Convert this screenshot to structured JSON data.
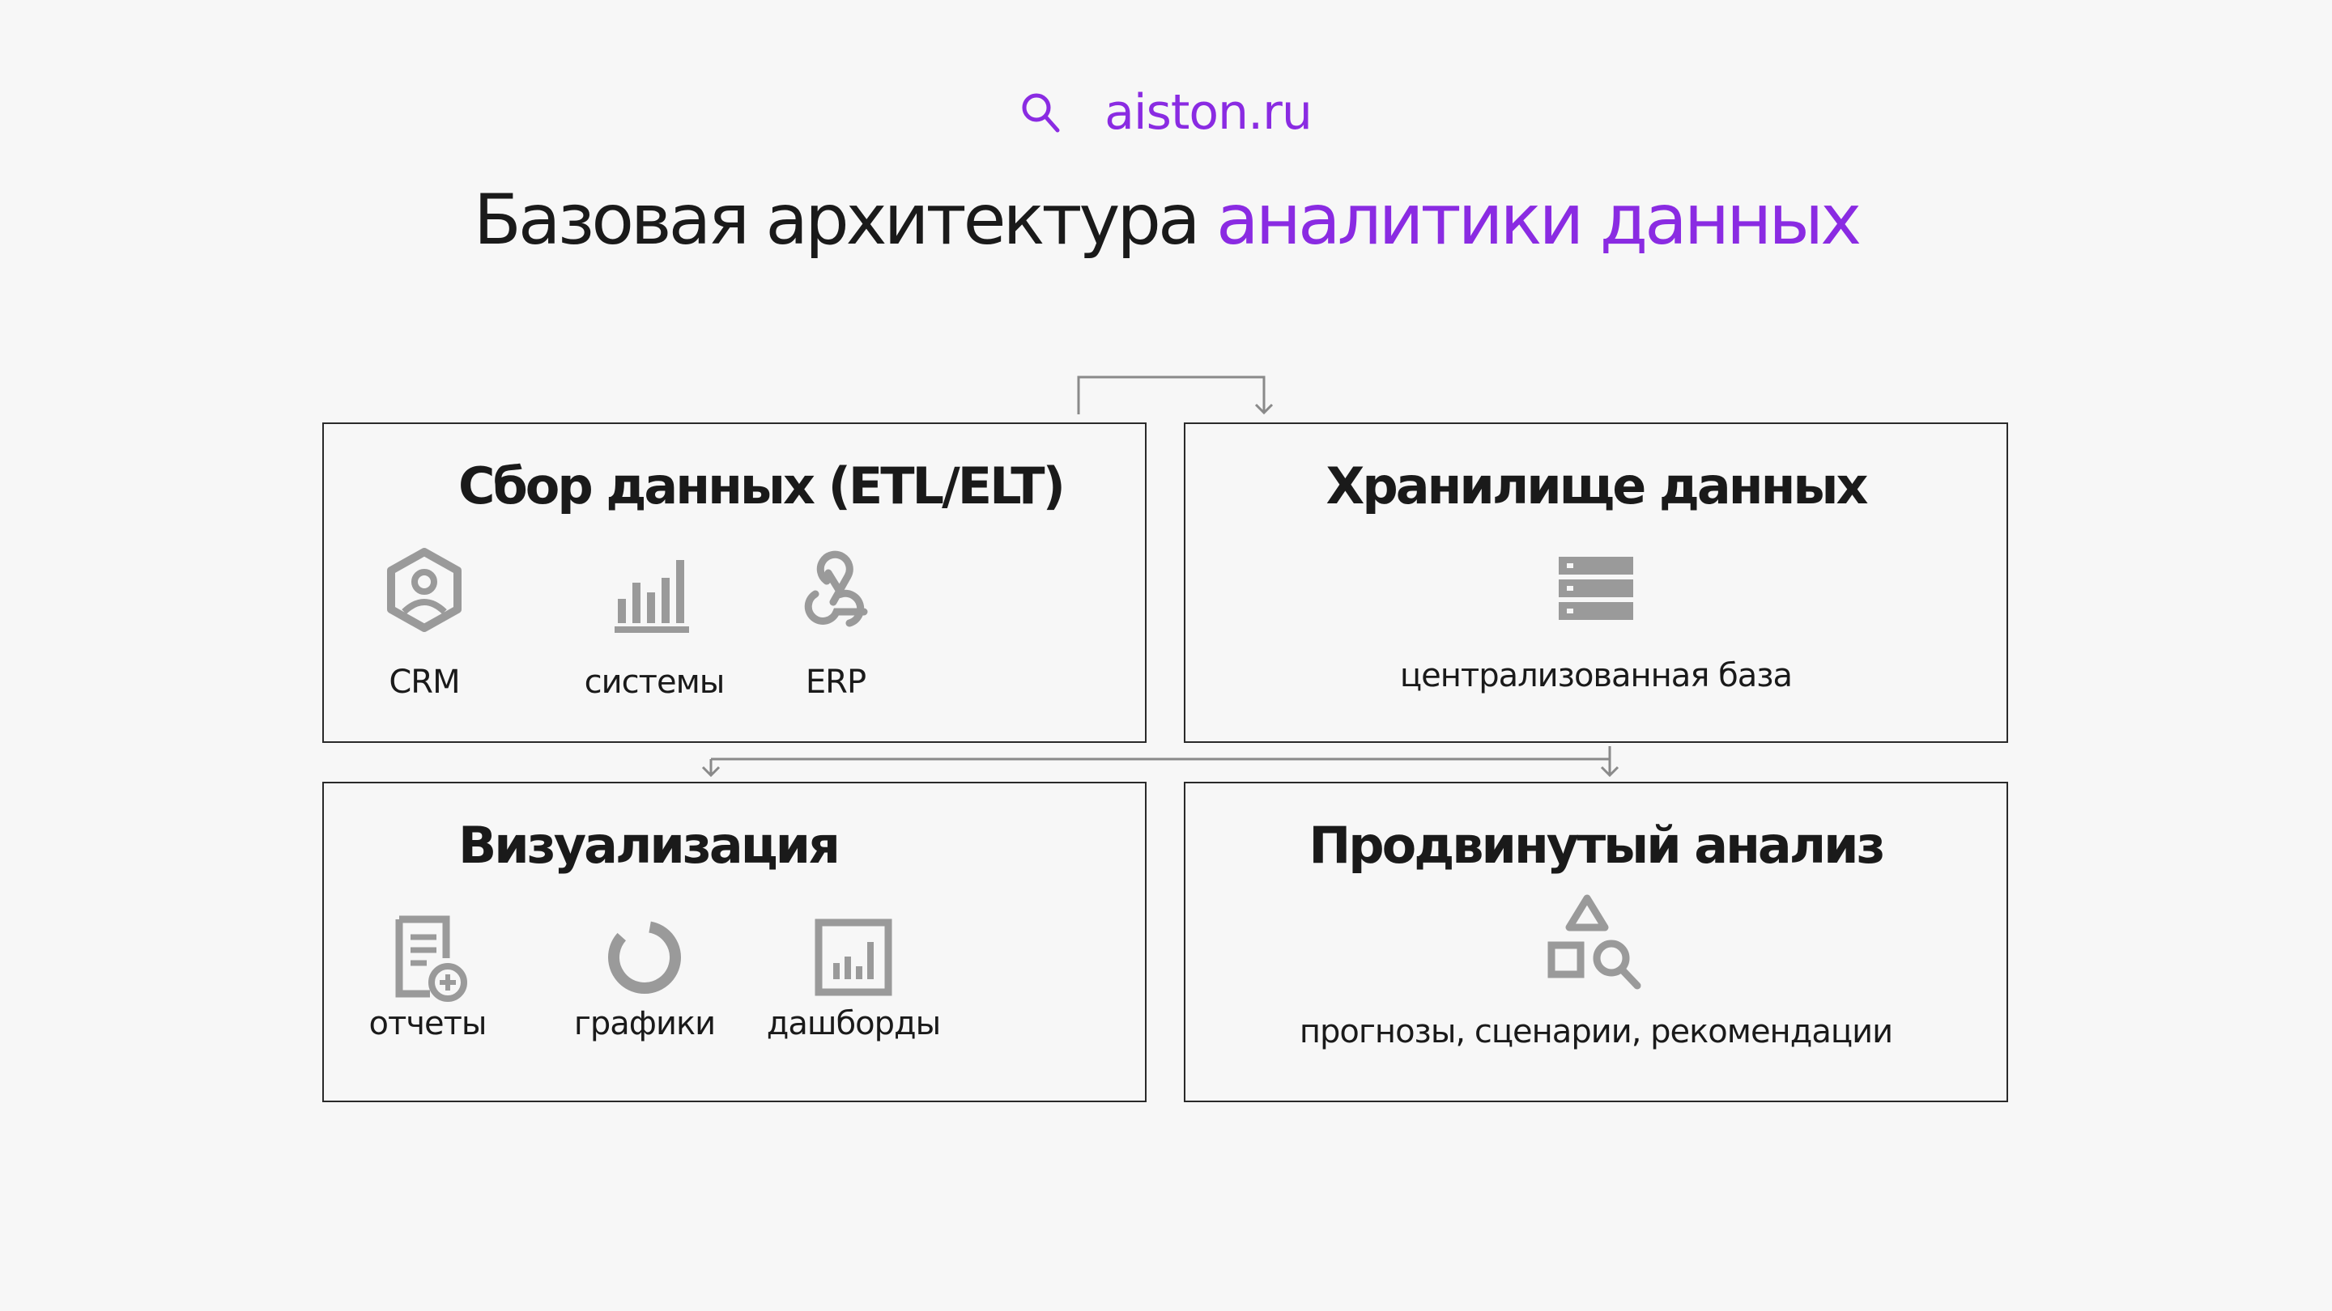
{
  "header": {
    "icon": "search-icon",
    "brand": "aiston.ru",
    "accent_color": "#8a2be2"
  },
  "title": {
    "part1": "Базовая архитектура",
    "part2": "аналитики данных"
  },
  "boxes": {
    "collection": {
      "title": "Сбор данных (ETL/ELT)",
      "items": [
        {
          "icon": "crm-hexagon-user-icon",
          "label": "CRM"
        },
        {
          "icon": "bar-chart-icon",
          "label": "системы"
        },
        {
          "icon": "webhook-icon",
          "label": "ERP"
        }
      ]
    },
    "storage": {
      "title": "Хранилище данных",
      "icon": "database-server-icon",
      "caption": "централизованная база"
    },
    "visualization": {
      "title": "Визуализация",
      "items": [
        {
          "icon": "report-add-icon",
          "label": "отчеты"
        },
        {
          "icon": "donut-chart-icon",
          "label": "графики"
        },
        {
          "icon": "dashboard-icon",
          "label": "дашборды"
        }
      ]
    },
    "advanced": {
      "title": "Продвинутый анализ",
      "icon": "shapes-search-icon",
      "caption": "прогнозы, сценарии, рекомендации"
    }
  },
  "connectors": [
    {
      "from": "collection",
      "to": "storage"
    },
    {
      "from": "storage",
      "to": "visualization"
    },
    {
      "from": "storage",
      "to": "advanced"
    }
  ]
}
